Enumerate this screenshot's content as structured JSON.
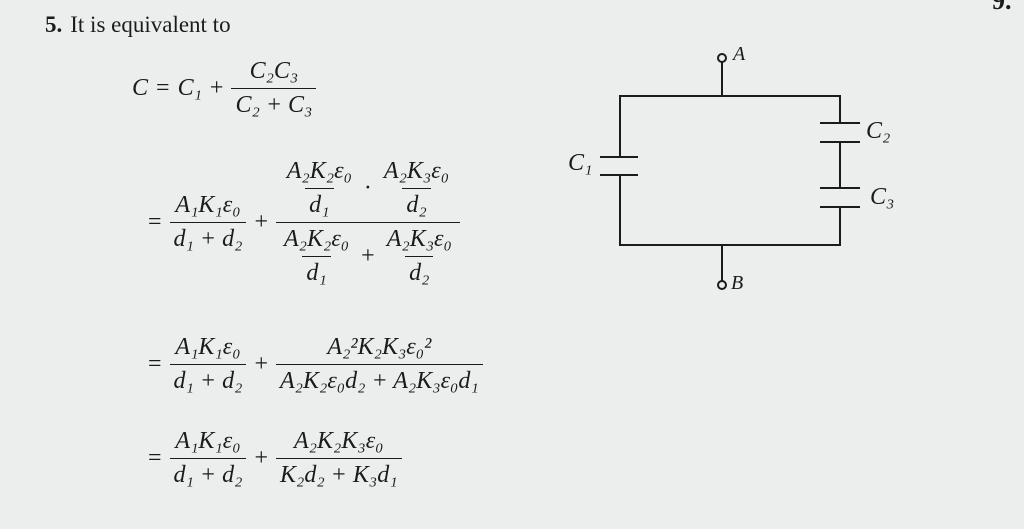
{
  "page_number_partial": "9.",
  "problem": {
    "number": "5.",
    "text": "It is equivalent to"
  },
  "equations": {
    "line1": {
      "lhs": "C",
      "eq": "=",
      "t1": "C₁",
      "plus": "+",
      "num": "C₂C₃",
      "den": "C₂ + C₃"
    },
    "line2": {
      "eq": "=",
      "f1_num": "A₁K₁ε₀",
      "f1_den": "d₁ + d₂",
      "plus": "+",
      "n_a_num": "A₂K₂ε₀",
      "n_a_den": "d₁",
      "dot": "·",
      "n_b_num": "A₂K₃ε₀",
      "n_b_den": "d₂",
      "d_a_num": "A₂K₂ε₀",
      "d_a_den": "d₁",
      "d_plus": "+",
      "d_b_num": "A₂K₃ε₀",
      "d_b_den": "d₂"
    },
    "line3": {
      "eq": "=",
      "f1_num": "A₁K₁ε₀",
      "f1_den": "d₁ + d₂",
      "plus": "+",
      "num": "A₂²K₂K₃ε₀²",
      "den": "A₂K₂ε₀d₂ + A₂K₃ε₀d₁"
    },
    "line4": {
      "eq": "=",
      "f1_num": "A₁K₁ε₀",
      "f1_den": "d₁ + d₂",
      "plus": "+",
      "num": "A₂K₂K₃ε₀",
      "den": "K₂d₂ + K₃d₁"
    }
  },
  "circuit": {
    "terminal_a": "A",
    "terminal_b": "B",
    "c1": "C₁",
    "c2": "C₂",
    "c3": "C₃"
  }
}
